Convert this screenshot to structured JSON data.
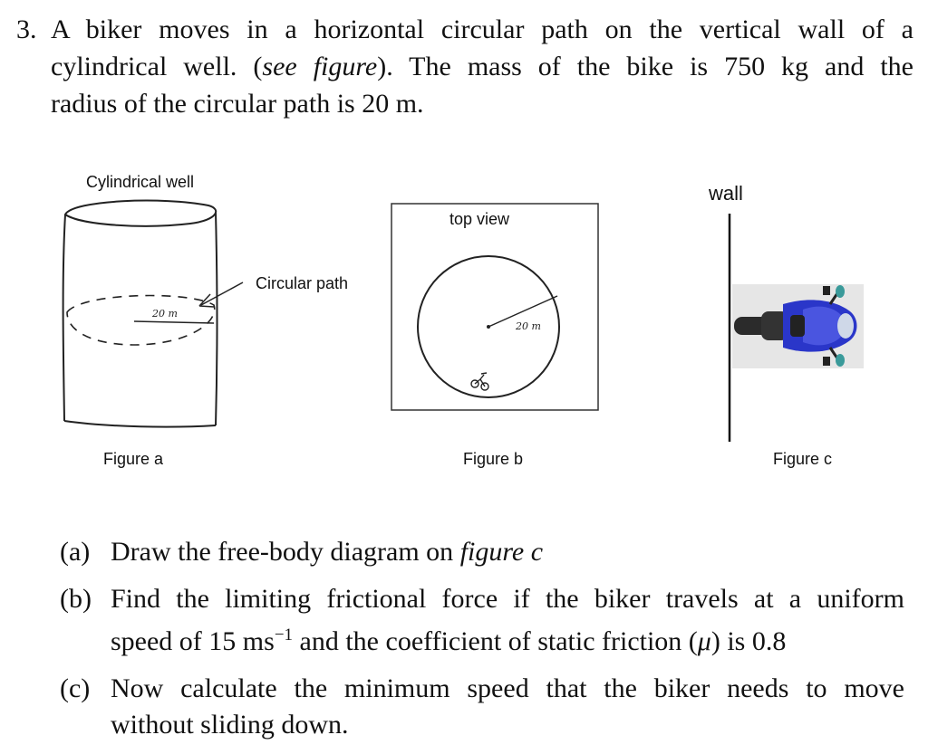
{
  "problem": {
    "number": "3.",
    "line1": "A biker moves in a horizontal circular path on the vertical wall of a",
    "line2_a": "cylindrical well. (",
    "line2_em": "see figure",
    "line2_b": "). The mass of the bike is 750 kg and the",
    "line3": "radius of the circular path is 20 m."
  },
  "figure_a": {
    "title": "Cylindrical well",
    "path_label": "Circular path",
    "radius_label": "20 m",
    "caption": "Figure a"
  },
  "figure_b": {
    "title": "top view",
    "radius_label": "20 m",
    "caption": "Figure b"
  },
  "figure_c": {
    "wall_label": "wall",
    "caption": "Figure c",
    "bike_colors": {
      "body": "#2a36c9",
      "dark": "#2b2b2b",
      "background": "#e6e6e6"
    }
  },
  "parts": [
    {
      "label": "(a)",
      "text_a": "Draw the free-body diagram on",
      "text_em": "figure c"
    },
    {
      "label": "(b)",
      "line1": "Find the limiting frictional force if the biker travels at a uniform",
      "line2_a": "speed of 15 ms",
      "sup": "−1",
      "line2_b": " and the coefficient of static friction (",
      "mu": "μ",
      "line2_c": ") is 0.8"
    },
    {
      "label": "(c)",
      "line1": "Now calculate the minimum speed that the biker needs to move",
      "line2": "without sliding down."
    }
  ]
}
